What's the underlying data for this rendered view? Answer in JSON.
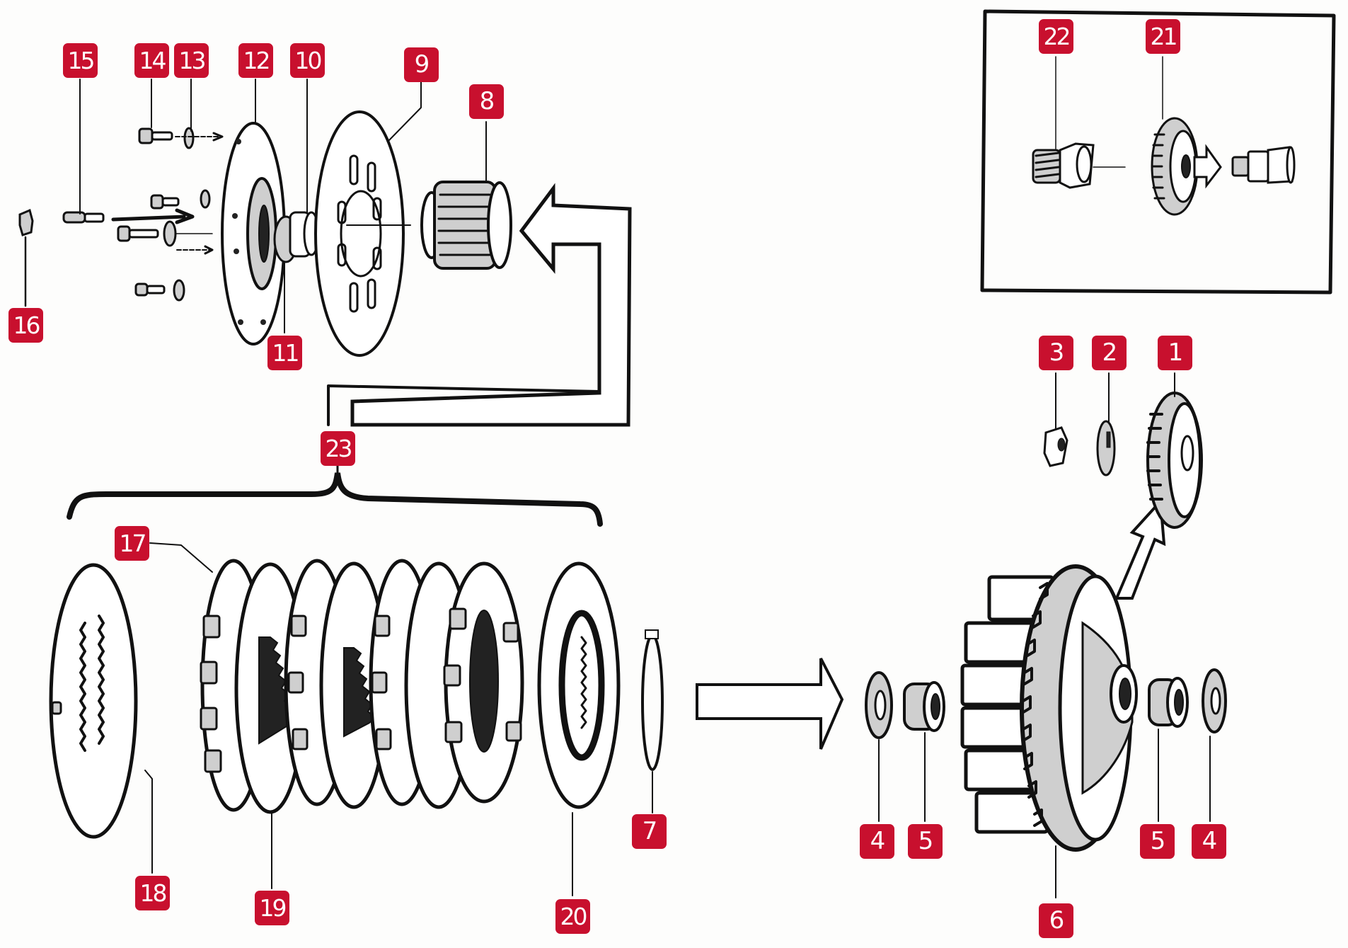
{
  "diagram": {
    "title": "Clutch assembly exploded view",
    "badge_color": "#c8102e",
    "badge_text_color": "#ffffff",
    "callouts": [
      {
        "id": "c15",
        "label": "15",
        "part": "stud"
      },
      {
        "id": "c14",
        "label": "14",
        "part": "screw"
      },
      {
        "id": "c13",
        "label": "13",
        "part": "lock-washer"
      },
      {
        "id": "c12",
        "label": "12",
        "part": "pressure-plate"
      },
      {
        "id": "c10",
        "label": "10",
        "part": "bearing"
      },
      {
        "id": "c9",
        "label": "9",
        "part": "spring-plate"
      },
      {
        "id": "c8",
        "label": "8",
        "part": "clutch-hub"
      },
      {
        "id": "c16",
        "label": "16",
        "part": "nut"
      },
      {
        "id": "c11",
        "label": "11",
        "part": "thrust-cap"
      },
      {
        "id": "c22",
        "label": "22",
        "part": "threaded-bushing"
      },
      {
        "id": "c21",
        "label": "21",
        "part": "inset-gear"
      },
      {
        "id": "c3",
        "label": "3",
        "part": "nut"
      },
      {
        "id": "c2",
        "label": "2",
        "part": "tab-washer"
      },
      {
        "id": "c1",
        "label": "1",
        "part": "primary-gear"
      },
      {
        "id": "c23",
        "label": "23",
        "part": "clutch-plate-pack"
      },
      {
        "id": "c17",
        "label": "17",
        "part": "friction-plate"
      },
      {
        "id": "c18",
        "label": "18",
        "part": "end-plate"
      },
      {
        "id": "c19",
        "label": "19",
        "part": "steel-plate"
      },
      {
        "id": "c20",
        "label": "20",
        "part": "thrust-plate"
      },
      {
        "id": "c7",
        "label": "7",
        "part": "circlip"
      },
      {
        "id": "c4a",
        "label": "4",
        "part": "thrust-washer"
      },
      {
        "id": "c5a",
        "label": "5",
        "part": "bushing"
      },
      {
        "id": "c5b",
        "label": "5",
        "part": "bushing"
      },
      {
        "id": "c4b",
        "label": "4",
        "part": "thrust-washer"
      },
      {
        "id": "c6",
        "label": "6",
        "part": "clutch-basket"
      }
    ],
    "icons": {
      "assembly_arrow_upper": "hollow-arrow-left-icon",
      "assembly_arrow_lower": "hollow-arrow-right-icon",
      "inset_arrow": "hollow-arrow-right-icon",
      "gear_arrow": "hollow-arrow-up-right-icon",
      "group_brace": "curly-brace-icon"
    }
  }
}
